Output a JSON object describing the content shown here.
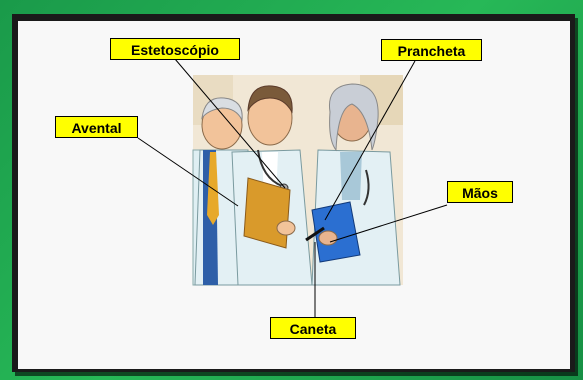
{
  "labels": {
    "estetoscopio": "Estetoscópio",
    "prancheta": "Prancheta",
    "avental": "Avental",
    "maos": "Mãos",
    "caneta": "Caneta"
  },
  "colors": {
    "frame": "#1fa84f",
    "label_bg": "#ffff00",
    "coat": "#dfeff3",
    "clipboard": "#2b6fd1",
    "folder": "#d99a2b"
  },
  "icons": {
    "illustration": "three-doctors-illustration"
  }
}
